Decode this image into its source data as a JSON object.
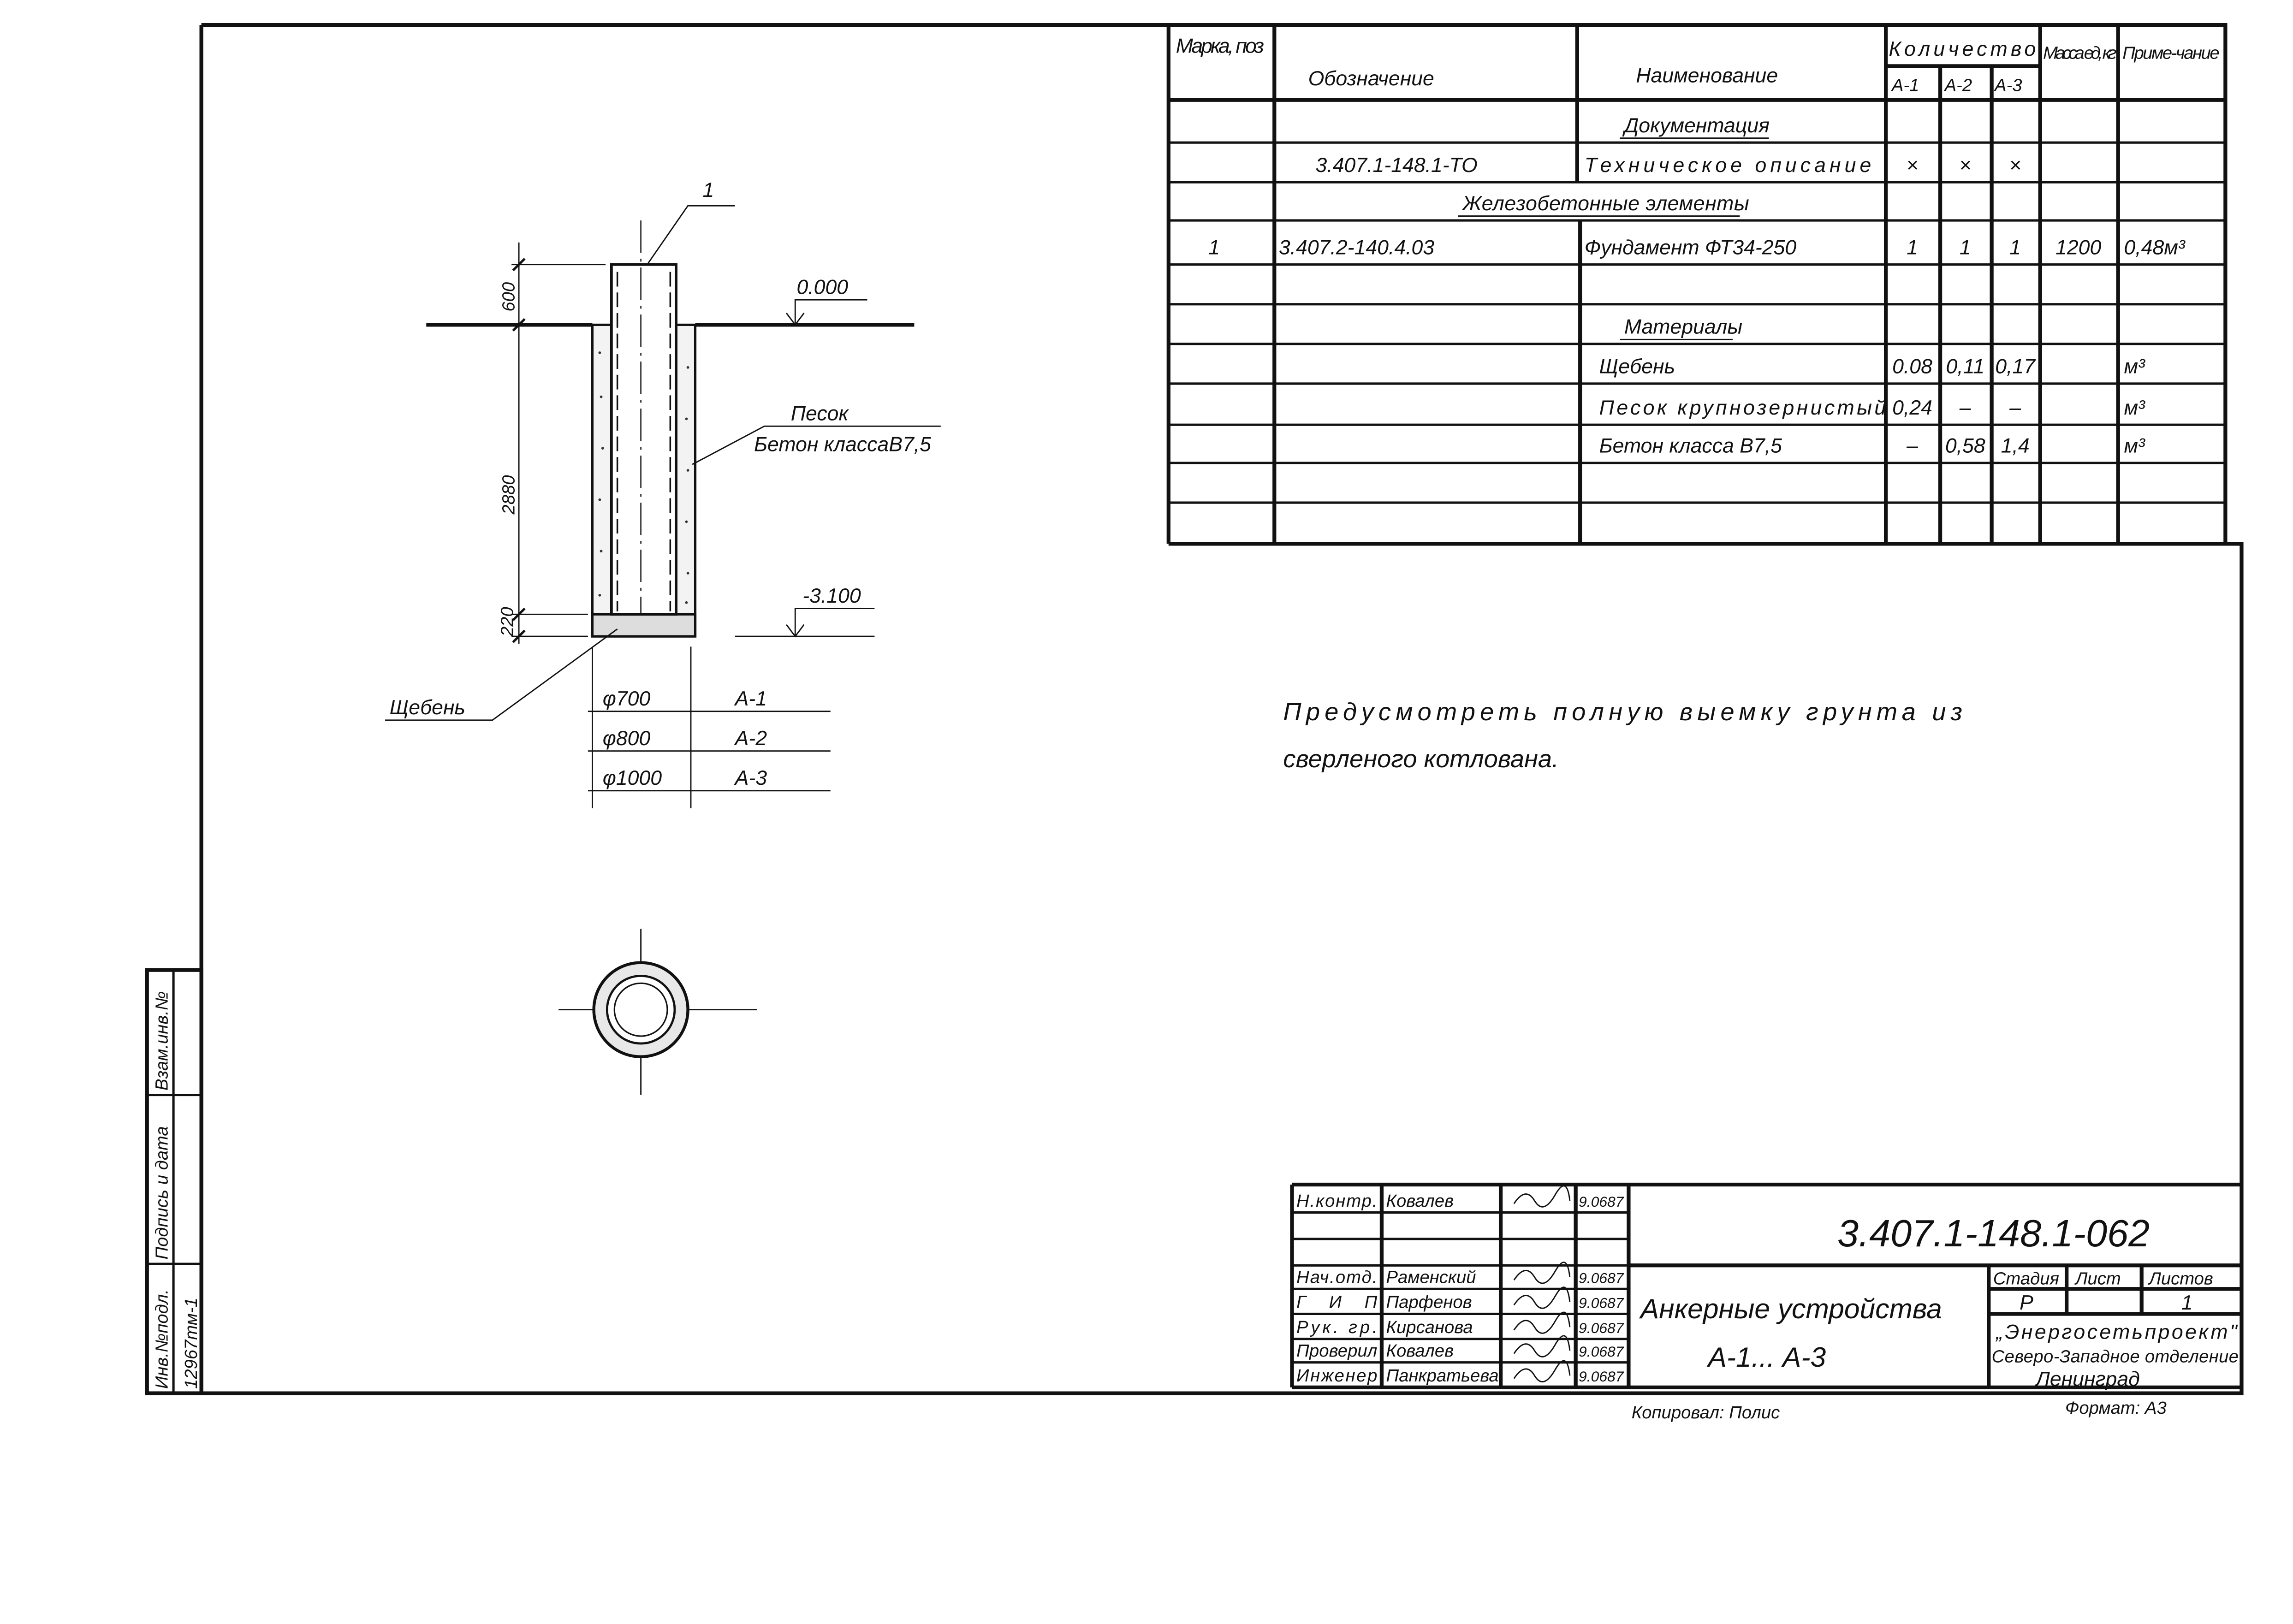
{
  "spec_table": {
    "headers": {
      "mark": "Марка, поз",
      "designation": "Обозначение",
      "name": "Наименование",
      "quantity": "Количество",
      "q1": "А-1",
      "q2": "А-2",
      "q3": "А-3",
      "mass": "Масса ед, кг",
      "note": "Приме-чание"
    },
    "rows": [
      {
        "mark": "",
        "designation": "",
        "name": "Документация",
        "q1": "",
        "q2": "",
        "q3": "",
        "mass": "",
        "note": "",
        "section": true
      },
      {
        "mark": "",
        "designation": "3.407.1-148.1-ТО",
        "name": "Техническое описание",
        "q1": "×",
        "q2": "×",
        "q3": "×",
        "mass": "",
        "note": ""
      },
      {
        "mark": "",
        "designation": "",
        "name": "Железобетонные элементы",
        "q1": "",
        "q2": "",
        "q3": "",
        "mass": "",
        "note": "",
        "section": true
      },
      {
        "mark": "1",
        "designation": "3.407.2-140.4.03",
        "name": "Фундамент ФТ34-250",
        "q1": "1",
        "q2": "1",
        "q3": "1",
        "mass": "1200",
        "note": "0,48м³"
      },
      {
        "mark": "",
        "designation": "",
        "name": "",
        "q1": "",
        "q2": "",
        "q3": "",
        "mass": "",
        "note": ""
      },
      {
        "mark": "",
        "designation": "",
        "name": "Материалы",
        "q1": "",
        "q2": "",
        "q3": "",
        "mass": "",
        "note": "",
        "section": true
      },
      {
        "mark": "",
        "designation": "",
        "name": "Щебень",
        "q1": "0.08",
        "q2": "0,11",
        "q3": "0,17",
        "mass": "",
        "note": "м³"
      },
      {
        "mark": "",
        "designation": "",
        "name": "Песок крупнозернистый",
        "q1": "0,24",
        "q2": "–",
        "q3": "–",
        "mass": "",
        "note": "м³"
      },
      {
        "mark": "",
        "designation": "",
        "name": "Бетон класса В7,5",
        "q1": "–",
        "q2": "0,58",
        "q3": "1,4",
        "mass": "",
        "note": "м³"
      },
      {
        "mark": "",
        "designation": "",
        "name": "",
        "q1": "",
        "q2": "",
        "q3": "",
        "mass": "",
        "note": ""
      },
      {
        "mark": "",
        "designation": "",
        "name": "",
        "q1": "",
        "q2": "",
        "q3": "",
        "mass": "",
        "note": ""
      }
    ]
  },
  "drawing": {
    "position_label": "1",
    "dim_top": "600",
    "dim_middle": "2880",
    "dim_bottom": "220",
    "level_top": "0.000",
    "level_bottom": "-3.100",
    "label_sand": "Песок",
    "label_concrete": "Бетон классаВ7,5",
    "label_gravel": "Щебень",
    "variants": [
      {
        "diameter": "φ700",
        "type": "А-1"
      },
      {
        "diameter": "φ800",
        "type": "А-2"
      },
      {
        "diameter": "φ1000",
        "type": "А-3"
      }
    ]
  },
  "note": {
    "line1": "Предусмотреть полную выемку грунта из",
    "line2": "сверленого котлована."
  },
  "side_stamp": {
    "inv_original": "Инв.№подл.",
    "inv_value": "12967тм-1",
    "signature_date": "Подпись и дата",
    "replace_inv": "Взам.инв.№"
  },
  "title_block": {
    "code": "3.407.1-148.1-062",
    "signers": [
      {
        "role": "Н.контр.",
        "name": "Ковалев",
        "date": "9.0687"
      },
      {
        "role": "",
        "name": "",
        "date": ""
      },
      {
        "role": "",
        "name": "",
        "date": ""
      },
      {
        "role": "Нач.отд.",
        "name": "Раменский",
        "date": "9.0687"
      },
      {
        "role": "ГИП",
        "name": "Парфенов",
        "date": "9.0687"
      },
      {
        "role": "Рук. гр.",
        "name": "Кирсанова",
        "date": "9.0687"
      },
      {
        "role": "Проверил",
        "name": "Ковалев",
        "date": "9.0687"
      },
      {
        "role": "Инженер",
        "name": "Панкратьева",
        "date": "9.0687"
      }
    ],
    "title_line1": "Анкерные устройства",
    "title_line2": "А-1... А-3",
    "stage_label": "Стадия",
    "sheet_label": "Лист",
    "sheets_label": "Листов",
    "stage_value": "Р",
    "sheet_value": "",
    "sheets_value": "1",
    "org_line1": "„Энергосетьпроект\"",
    "org_line2": "Северо-Западное отделение",
    "org_line3": "Ленинград",
    "copied_by": "Копировал: Полис",
    "format": "Формат: А3"
  }
}
